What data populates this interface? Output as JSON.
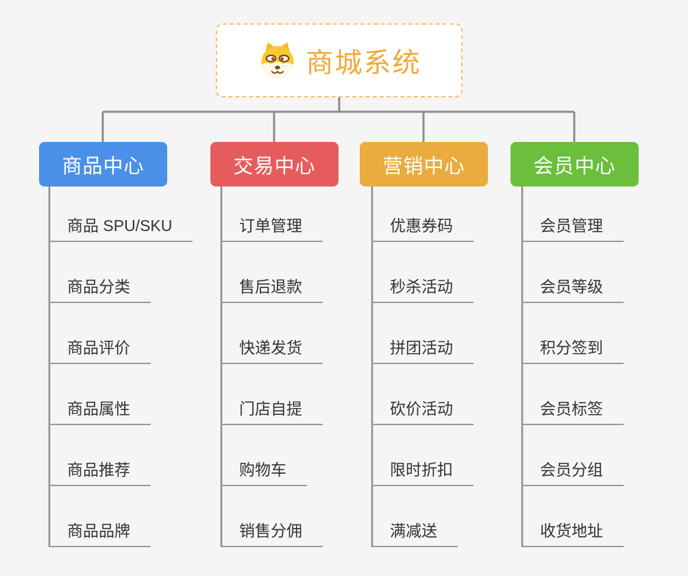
{
  "palette": {
    "canvas_background": "#F5F5F5",
    "connector": "#8C8C8C",
    "leaf_underline": "#999999",
    "leaf_text": "#333333"
  },
  "root": {
    "label": "商城系统",
    "icon": "dog-face-icon",
    "text_color": "#F2A83C",
    "border_color": "#F5C36E",
    "background": "#FFFFFF"
  },
  "branches": [
    {
      "label": "商品中心",
      "color": "#4A90E8",
      "children": [
        "商品 SPU/SKU",
        "商品分类",
        "商品评价",
        "商品属性",
        "商品推荐",
        "商品品牌"
      ]
    },
    {
      "label": "交易中心",
      "color": "#E65C5C",
      "children": [
        "订单管理",
        "售后退款",
        "快递发货",
        "门店自提",
        "购物车",
        "销售分佣"
      ]
    },
    {
      "label": "营销中心",
      "color": "#EAAC3E",
      "children": [
        "优惠券码",
        "秒杀活动",
        "拼团活动",
        "砍价活动",
        "限时折扣",
        "满减送"
      ]
    },
    {
      "label": "会员中心",
      "color": "#6CBF3D",
      "children": [
        "会员管理",
        "会员等级",
        "积分签到",
        "会员标签",
        "会员分组",
        "收货地址"
      ]
    }
  ]
}
